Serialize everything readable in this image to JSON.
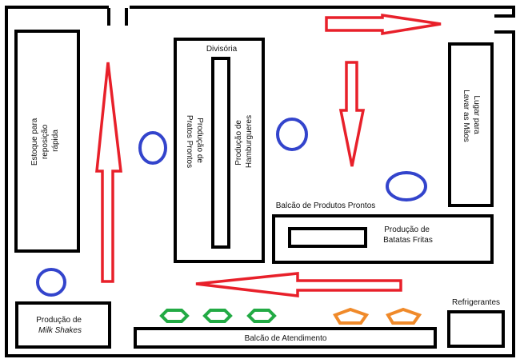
{
  "labels": {
    "partition": "Divisória",
    "stock": [
      "Estoque para",
      "reposição",
      "rápida"
    ],
    "dishes": [
      "Produção de",
      "Pratos Prontos"
    ],
    "burgers": [
      "Produção de",
      "Hamburgueres"
    ],
    "wash": [
      "Lugar para",
      "Lavar as Mãos"
    ],
    "ready_counter": "Balcão de Produtos Prontos",
    "fries": [
      "Produção de",
      "Batatas Fritas"
    ],
    "milkshake_line1": "Produção de",
    "milkshake_line2": "Milk Shakes",
    "service_counter": "Balcão de Atendimento",
    "fridges": "Refrigerantes"
  },
  "colors": {
    "walls": "#000000",
    "arrows": "#e8202a",
    "people": "#3344cc",
    "green_markers": "#22aa44",
    "orange_markers": "#f08a2a"
  }
}
